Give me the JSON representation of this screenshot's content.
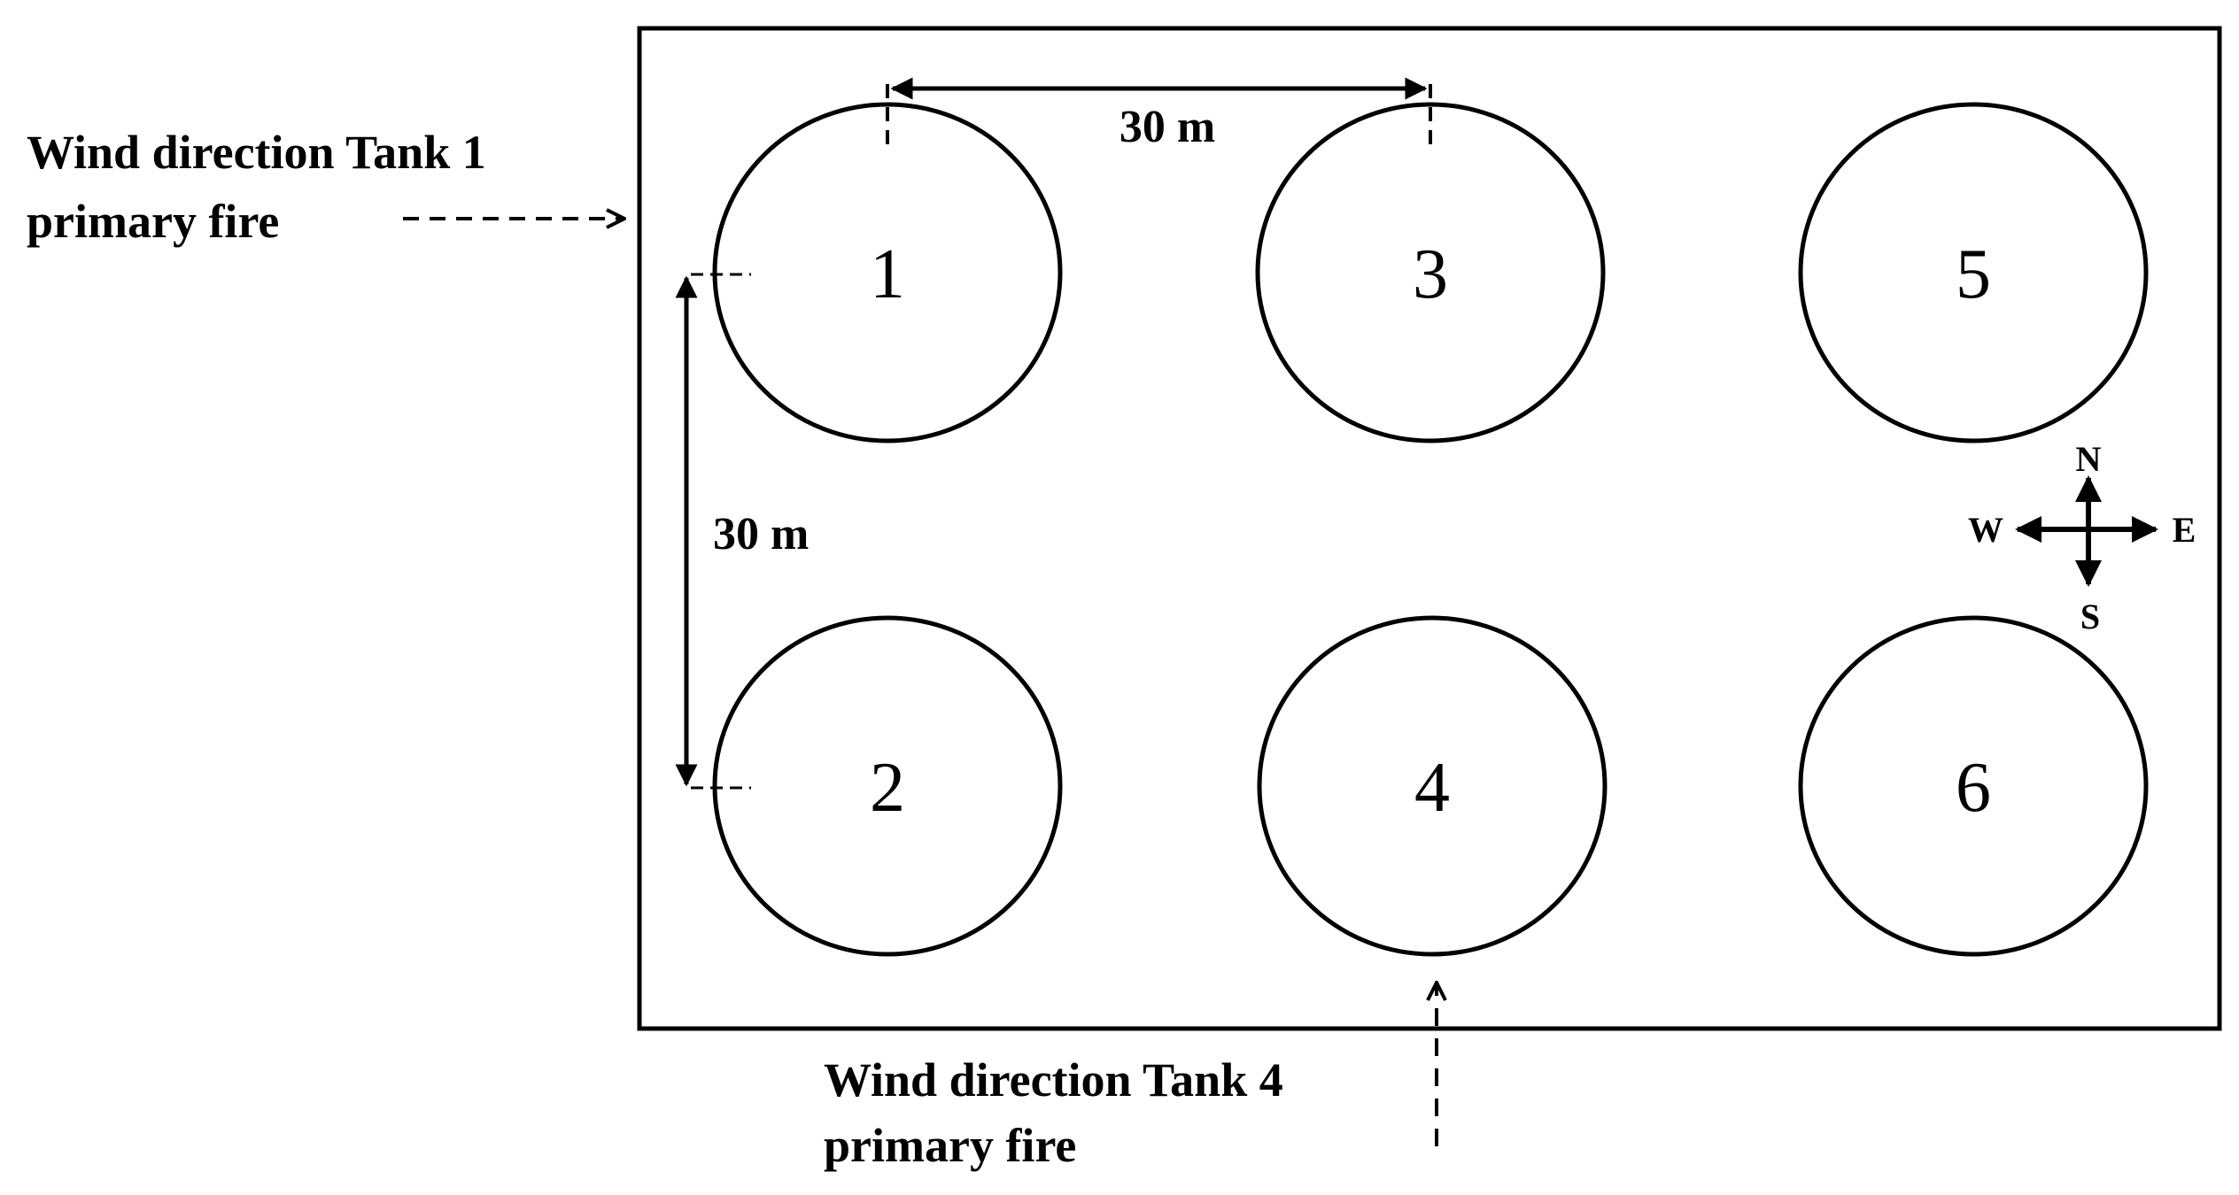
{
  "colors": {
    "line": "#000000",
    "background": "#ffffff"
  },
  "tanks": [
    {
      "id": "tank-1",
      "label": "1"
    },
    {
      "id": "tank-2",
      "label": "2"
    },
    {
      "id": "tank-3",
      "label": "3"
    },
    {
      "id": "tank-4",
      "label": "4"
    },
    {
      "id": "tank-5",
      "label": "5"
    },
    {
      "id": "tank-6",
      "label": "6"
    }
  ],
  "dimensions": {
    "horizontal_spacing": "30 m",
    "vertical_spacing": "30 m"
  },
  "wind": {
    "tank1": {
      "line1": "Wind direction Tank 1",
      "line2": "primary fire"
    },
    "tank4": {
      "line1": "Wind direction Tank 4",
      "line2": "primary fire"
    }
  },
  "compass": {
    "north": "N",
    "south": "S",
    "east": "E",
    "west": "W",
    "icon": "compass-rose-icon"
  }
}
